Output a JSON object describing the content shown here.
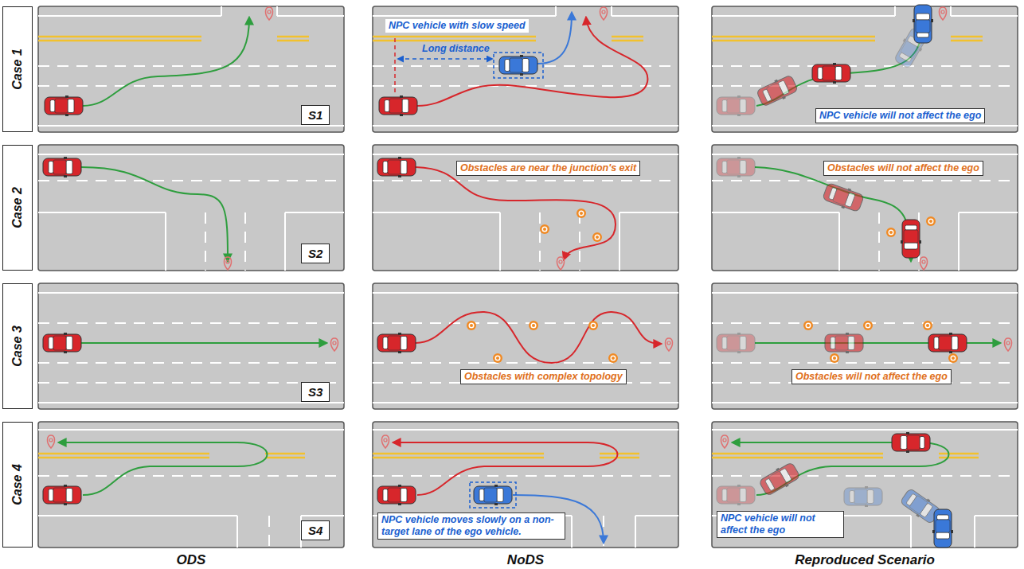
{
  "diagram": {
    "nodes": [
      {
        "text": [
          "Case 1"
        ]
      },
      {
        "text": [
          "S1"
        ]
      },
      {
        "text": [
          "NPC vehicle with slow speed"
        ]
      },
      {
        "text": [
          "NPC vehicle will not affect the ego"
        ]
      },
      {
        "text": [
          "Case 2"
        ]
      },
      {
        "text": [
          "S2"
        ]
      },
      {
        "text": [
          "Obstacles are near the junction's exit"
        ]
      },
      {
        "text": [
          "Obstacles will not affect the ego"
        ]
      },
      {
        "text": [
          "Case 3"
        ]
      },
      {
        "text": [
          "S3"
        ]
      },
      {
        "text": [
          "Obstacles with complex topology"
        ]
      },
      {
        "text": [
          "Obstacles will not affect the ego"
        ]
      },
      {
        "text": [
          "Case 4"
        ]
      },
      {
        "text": [
          "S4"
        ]
      },
      {
        "text": [
          "NPC vehicle moves slowly on a non-target lane of the ego vehicle."
        ]
      },
      {
        "text": [
          "NPC vehicle will not affect the ego"
        ]
      }
    ],
    "labels": [
      "Long distance",
      "ODS",
      "NoDS",
      "Reproduced Scenario"
    ]
  }
}
